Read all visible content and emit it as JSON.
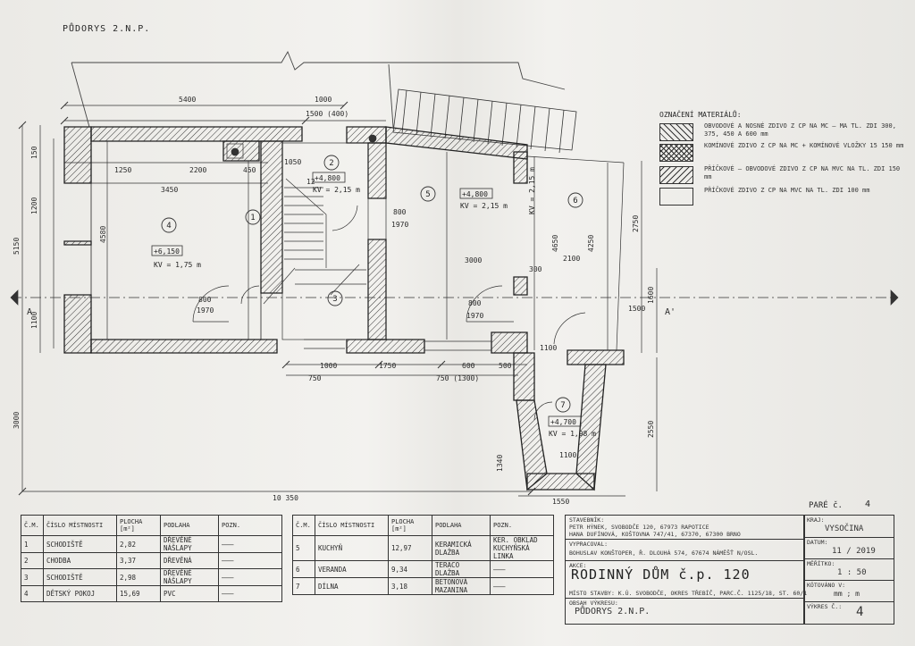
{
  "sheet_title": "PŮDORYS 2.N.P.",
  "legend": {
    "heading": "OZNAČENÍ MATERIÁLŮ:",
    "items": [
      {
        "text": "OBVODOVÉ A NOSNÉ ZDIVO Z CP NA MC – MA TL. ZDI 300, 375, 450 A 600 mm"
      },
      {
        "text": "KOMÍNOVÉ ZDIVO Z CP NA MC + KOMÍNOVÉ VLOŽKY 15 150 mm"
      },
      {
        "text": "PŘÍČKOVÉ – OBVODOVÉ ZDIVO Z CP NA MVC NA TL. ZDI 150 mm"
      },
      {
        "text": "PŘÍČKOVÉ ZDIVO Z CP NA MVC NA TL. ZDI 100 mm"
      }
    ]
  },
  "rooms": [
    {
      "num": "1",
      "elev": "",
      "kv": ""
    },
    {
      "num": "2",
      "elev": "+4,800",
      "kv": "KV = 2,15 m"
    },
    {
      "num": "3",
      "elev": "",
      "kv": ""
    },
    {
      "num": "4",
      "elev": "+6,150",
      "kv": "KV = 1,75 m"
    },
    {
      "num": "5",
      "elev": "+4,800",
      "kv": "KV = 2,15 m"
    },
    {
      "num": "6",
      "elev": "",
      "kv": "KV = 2,15 m"
    },
    {
      "num": "7",
      "elev": "+4,700",
      "kv": "KV = 1,98 m"
    }
  ],
  "dims": {
    "top_5400": "5400",
    "top_1000": "1000",
    "top_1500": "1500 (400)",
    "d_1250": "1250",
    "d_2200": "2200",
    "d_3450": "3450",
    "d_450": "450",
    "d_1050": "1050",
    "d_12": "12",
    "d_800a": "800",
    "d_1970a": "1970",
    "d_800b": "800",
    "d_1970b": "1970",
    "d_800c": "800",
    "d_1970c": "1970",
    "d_4580": "4580",
    "d_4650": "4650",
    "d_4250": "4250",
    "d_3000": "3000",
    "d_2100": "2100",
    "d_300": "300",
    "d_1000": "1000",
    "d_1750": "1750",
    "d_750a": "750",
    "d_750b": "750 (1300)",
    "d_600": "600",
    "d_500": "500",
    "d_1100a": "1100",
    "d_1100b": "1100",
    "d_1550": "1550",
    "d_10350": "10 350",
    "d_2550": "2550",
    "d_1340": "1340",
    "d_2750": "2750",
    "d_1600": "1600",
    "d_5150": "5150",
    "d_3000v": "3000",
    "d_150": "150",
    "d_1200": "1200",
    "d_1100v": "1100",
    "d_1500": "1500",
    "section_a": "A",
    "section_a2": "A'"
  },
  "table_headers": [
    "Č.M.",
    "ČÍSLO MÍSTNOSTI",
    "PLOCHA [m²]",
    "PODLAHA",
    "POZN."
  ],
  "table_left": [
    {
      "n": "1",
      "name": "SCHODIŠTĚ",
      "area": "2,82",
      "floor": "DŘEVĚNÉ NÁŠLAPY",
      "note": "———"
    },
    {
      "n": "2",
      "name": "CHODBA",
      "area": "3,37",
      "floor": "DŘEVĚNÁ",
      "note": "———"
    },
    {
      "n": "3",
      "name": "SCHODIŠTĚ",
      "area": "2,98",
      "floor": "DŘEVĚNÉ NÁŠLAPY",
      "note": "———"
    },
    {
      "n": "4",
      "name": "DĚTSKÝ POKOJ",
      "area": "15,69",
      "floor": "PVC",
      "note": "———"
    }
  ],
  "table_right": [
    {
      "n": "5",
      "name": "KUCHYŇ",
      "area": "12,97",
      "floor": "KERAMICKÁ DLAŽBA",
      "note": "KER. OBKLAD KUCHYŇSKÁ LINKA"
    },
    {
      "n": "6",
      "name": "VERANDA",
      "area": "9,34",
      "floor": "TERACO DLAŽBA",
      "note": "———"
    },
    {
      "n": "7",
      "name": "DÍLNA",
      "area": "3,18",
      "floor": "BETONOVÁ MAZANINA",
      "note": "———"
    }
  ],
  "titleblock": {
    "label_stavebnik": "STAVEBNÍK:",
    "stavebnik": "PETR HÝNEK, SVOBODČE 120, 67973 RAPOTICE",
    "stavebnik2": "HANA DUFÍNOVÁ, KOŠTOVNA 747/41, 67370, 67300 BRNO",
    "label_vypracoval": "VYPRACOVAL:",
    "vypracoval": "BOHUSLAV KONŠTOPER, Ř. DLOUHÁ 574, 67674 NÁMĚŠŤ N/OSL.",
    "label_akce": "AKCE:",
    "akce": "RODINNÝ DŮM č.p. 120",
    "misto": "MÍSTO STAVBY: K.Ú. SVOBODČE, OKRES TŘEBÍČ, PARC.Č. 1125/18, ST. 60/1",
    "label_obsah": "OBSAH VÝKRESU:",
    "obsah": "PŮDORYS 2.N.P.",
    "label_kraj": "KRAJ:",
    "kraj": "VYSOČINA",
    "label_datum": "DATUM:",
    "datum": "11 / 2019",
    "label_meritko": "MĚŘÍTKO:",
    "meritko": "1 : 50",
    "label_koty": "KÓTOVÁNO V:",
    "koty": "mm ; m",
    "label_vykres": "VÝKRES Č.:",
    "vykres": "4",
    "pare_label": "PARÉ č.",
    "pare": "4"
  }
}
